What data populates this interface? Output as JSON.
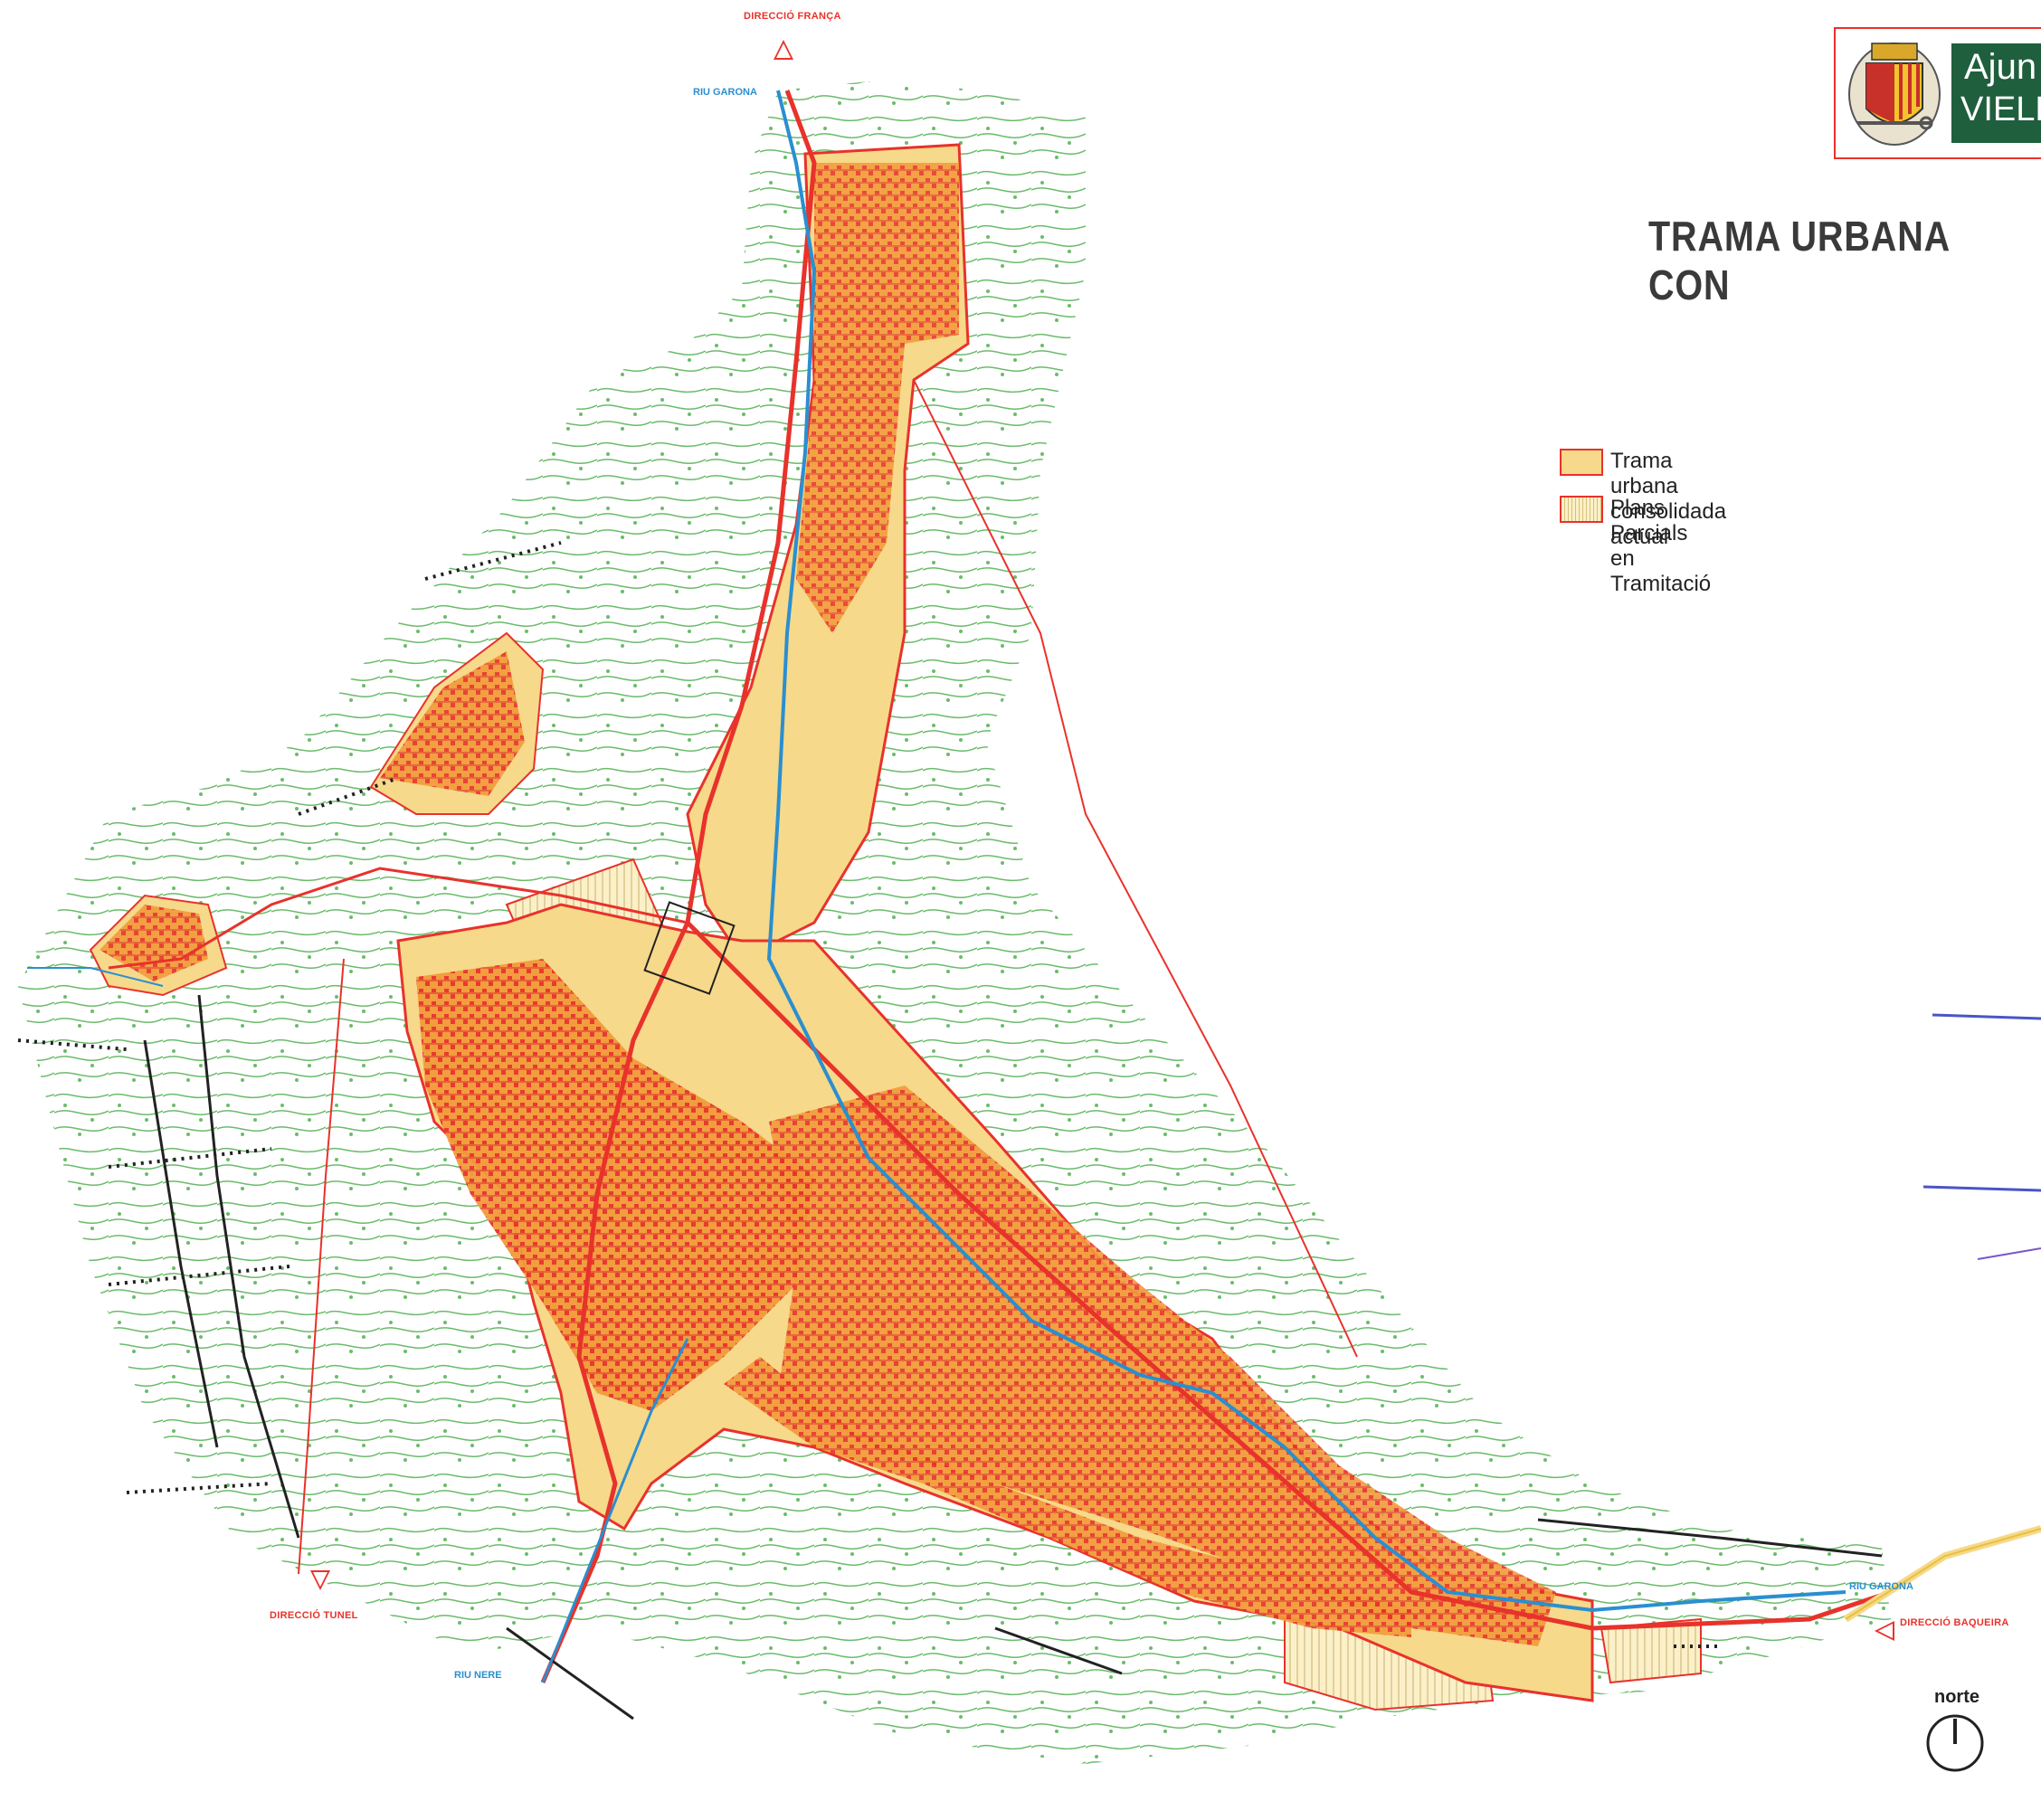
{
  "header": {
    "title": "TRAMA URBANA CON",
    "logo": {
      "line1": "Ajun",
      "line2": "VIELH",
      "icon": "coat-of-arms-icon"
    }
  },
  "legend": [
    {
      "label": "Trama urbana consolidada actual",
      "fill": "#f6d98a",
      "border": "#e8322b",
      "pattern": "solid"
    },
    {
      "label": "Plans Parcials en Tramitació",
      "fill": "#fbf0c8",
      "border": "#e8322b",
      "pattern": "vertical-hatch"
    }
  ],
  "directions": {
    "north": "DIRECCIÓ FRANÇA",
    "southwest": "DIRECCIÓ TUNEL",
    "east": "DIRECCIÓ BAQUEIRA"
  },
  "rivers": {
    "garona_north": "RIU GARONA",
    "garona_east": "RIU GARONA",
    "nere": "RIU NERE"
  },
  "north_arrow": {
    "label": "norte",
    "icon": "north-arrow-icon"
  },
  "colors": {
    "urban": "#f6d98a",
    "urban_dense": "#f07a1e",
    "streets": "#e8322b",
    "contours": "#3aa43a",
    "river": "#2a8fd0",
    "roads_dark": "#222222",
    "logo_green": "#1f5f3d"
  }
}
